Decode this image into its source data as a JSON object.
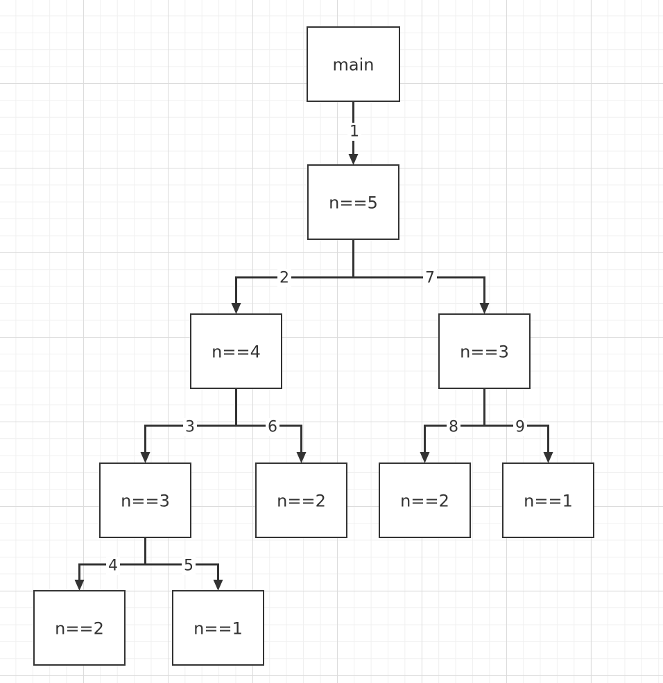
{
  "diagram": {
    "nodes": [
      {
        "id": "main",
        "label": "main"
      },
      {
        "id": "n5",
        "label": "n==5"
      },
      {
        "id": "n4",
        "label": "n==4"
      },
      {
        "id": "n3a",
        "label": "n==3"
      },
      {
        "id": "n3b",
        "label": "n==3"
      },
      {
        "id": "n2a",
        "label": "n==2"
      },
      {
        "id": "n2b",
        "label": "n==2"
      },
      {
        "id": "n1a",
        "label": "n==1"
      },
      {
        "id": "n2c",
        "label": "n==2"
      },
      {
        "id": "n1b",
        "label": "n==1"
      }
    ],
    "edges": [
      {
        "from": "main",
        "to": "n5",
        "label": "1"
      },
      {
        "from": "n5",
        "to": "n4",
        "label": "2"
      },
      {
        "from": "n4",
        "to": "n3a",
        "label": "3"
      },
      {
        "from": "n3a",
        "to": "n2c",
        "label": "4"
      },
      {
        "from": "n3a",
        "to": "n1b",
        "label": "5"
      },
      {
        "from": "n4",
        "to": "n2a",
        "label": "6"
      },
      {
        "from": "n5",
        "to": "n3b",
        "label": "7"
      },
      {
        "from": "n3b",
        "to": "n2b",
        "label": "8"
      },
      {
        "from": "n3b",
        "to": "n1a",
        "label": "9"
      }
    ]
  }
}
